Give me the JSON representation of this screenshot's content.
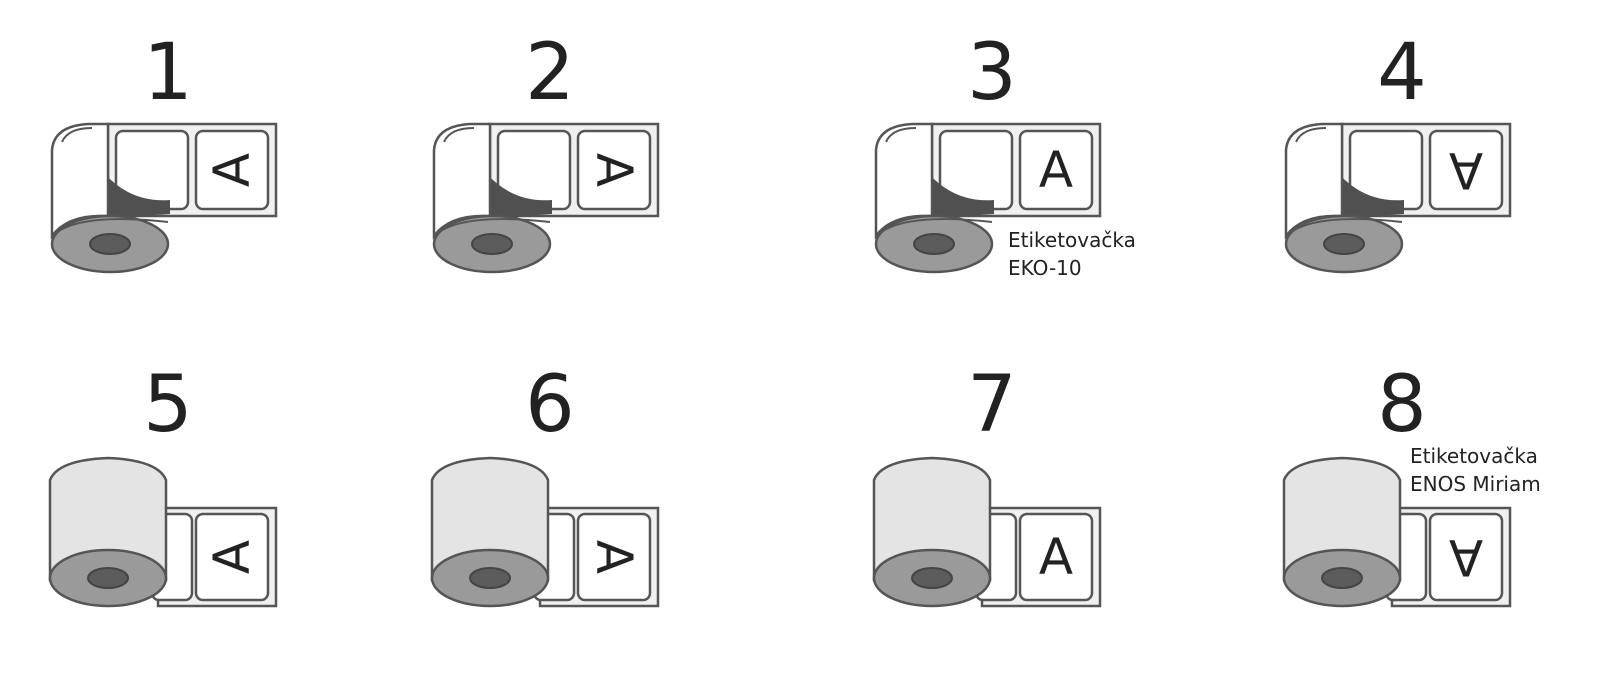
{
  "items": [
    {
      "number": "1",
      "type": "outside",
      "letter": "A",
      "rotation": -90
    },
    {
      "number": "2",
      "type": "outside",
      "letter": "A",
      "rotation": 90
    },
    {
      "number": "3",
      "type": "outside",
      "letter": "A",
      "rotation": 0,
      "note": [
        "Etiketovačka",
        "EKO-10"
      ]
    },
    {
      "number": "4",
      "type": "outside",
      "letter": "A",
      "rotation": 180
    },
    {
      "number": "5",
      "type": "inside",
      "letter": "A",
      "rotation": -90
    },
    {
      "number": "6",
      "type": "inside",
      "letter": "A",
      "rotation": 90
    },
    {
      "number": "7",
      "type": "inside",
      "letter": "A",
      "rotation": 0
    },
    {
      "number": "8",
      "type": "inside",
      "letter": "A",
      "rotation": 180,
      "note": [
        "Etiketovačka",
        "ENOS Miriam"
      ]
    }
  ]
}
